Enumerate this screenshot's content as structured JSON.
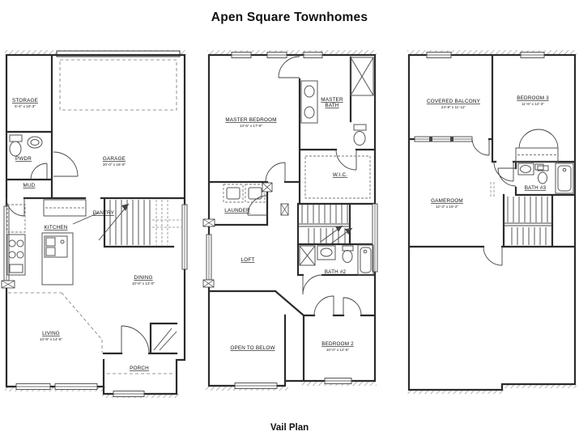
{
  "page": {
    "title": "Apen Square Townhomes",
    "plan_name": "Vail Plan"
  },
  "floors": {
    "first": {
      "rooms": {
        "storage": {
          "label": "STORAGE",
          "dims": "5'-4\" x 10'-3\""
        },
        "pwdr": {
          "label": "PWDR"
        },
        "mud": {
          "label": "MUD"
        },
        "garage": {
          "label": "GARAGE",
          "dims": "20'-0\" x 16'-9\""
        },
        "kitchen": {
          "label": "KITCHEN"
        },
        "pantry": {
          "label": "PANTRY"
        },
        "dining": {
          "label": "DINING",
          "dims": "10'-6\" x 12'-0\""
        },
        "living": {
          "label": "LIVING",
          "dims": "13'-8\" x 14'-6\""
        },
        "porch": {
          "label": "PORCH"
        }
      }
    },
    "second": {
      "rooms": {
        "master_bedroom": {
          "label": "MASTER BEDROOM",
          "dims": "13'-6\" x 17'-8\""
        },
        "master_bath": {
          "label_line1": "MASTER",
          "label_line2": "BATH"
        },
        "wic": {
          "label": "W.I.C."
        },
        "launder": {
          "label": "LAUNDER"
        },
        "loft": {
          "label": "LOFT"
        },
        "bath2": {
          "label": "BATH #2"
        },
        "open_to_below": {
          "label": "OPEN TO BELOW"
        },
        "bedroom2": {
          "label": "BEDROOM 2",
          "dims": "10'-0\" x 12'-6\""
        }
      }
    },
    "third": {
      "rooms": {
        "covered_balcony": {
          "label": "COVERED BALCONY",
          "dims": "24'-8\" x 11'-11\""
        },
        "bedroom3": {
          "label": "BEDROOM 3",
          "dims": "11'-6\" x 12'-3\""
        },
        "gameroom": {
          "label": "GAMEROOM",
          "dims": "12'-3\" x 15'-2\""
        },
        "bath3": {
          "label": "BATH #3"
        }
      }
    }
  }
}
